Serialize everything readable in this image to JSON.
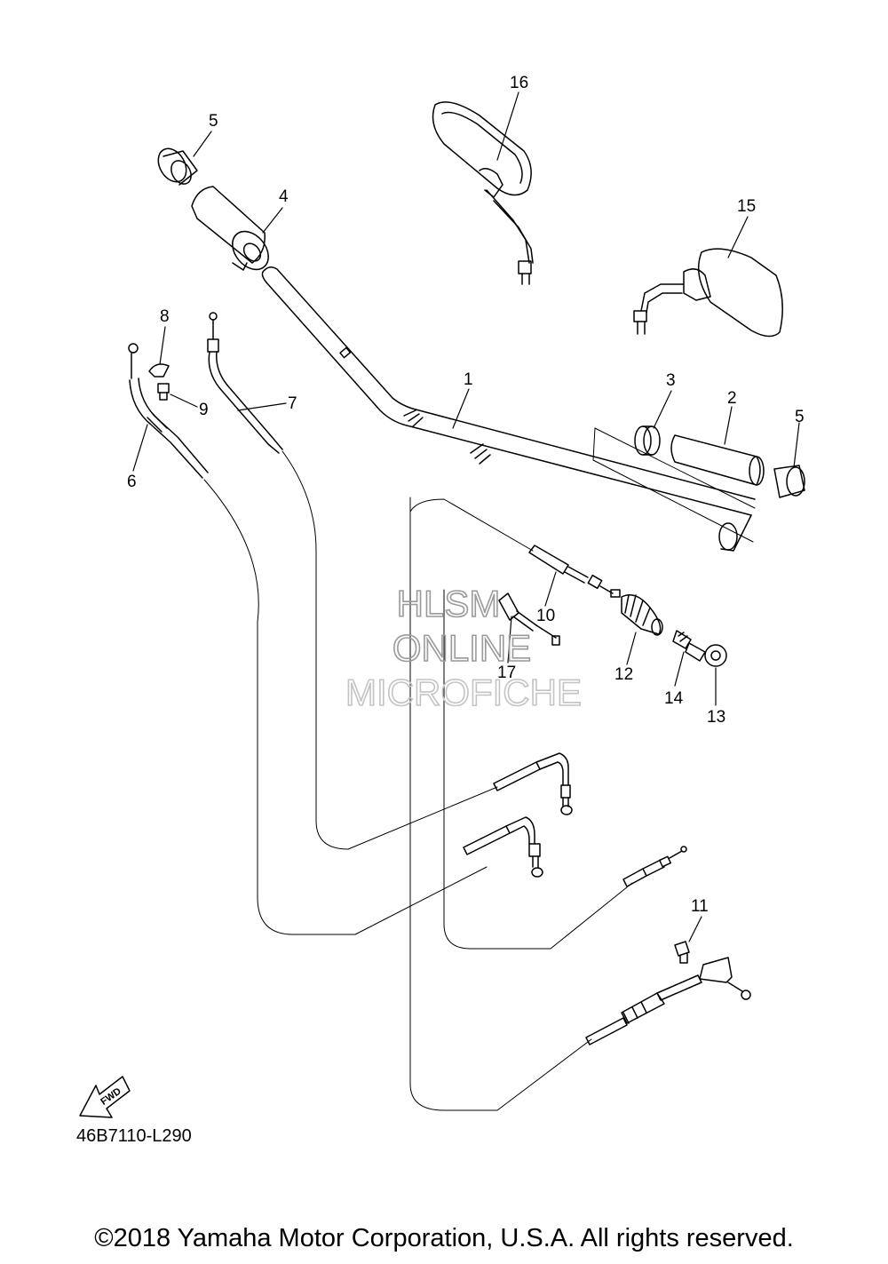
{
  "diagram": {
    "code": "46B7110-L290",
    "fwd_label": "FWD",
    "copyright": "©2018 Yamaha Motor Corporation, U.S.A. All rights reserved.",
    "watermark": [
      "HLSM",
      "ONLINE",
      "MICROFICHE"
    ],
    "callouts": [
      "1",
      "2",
      "3",
      "4",
      "5",
      "5",
      "6",
      "7",
      "8",
      "9",
      "10",
      "11",
      "12",
      "13",
      "14",
      "15",
      "16",
      "17"
    ]
  }
}
